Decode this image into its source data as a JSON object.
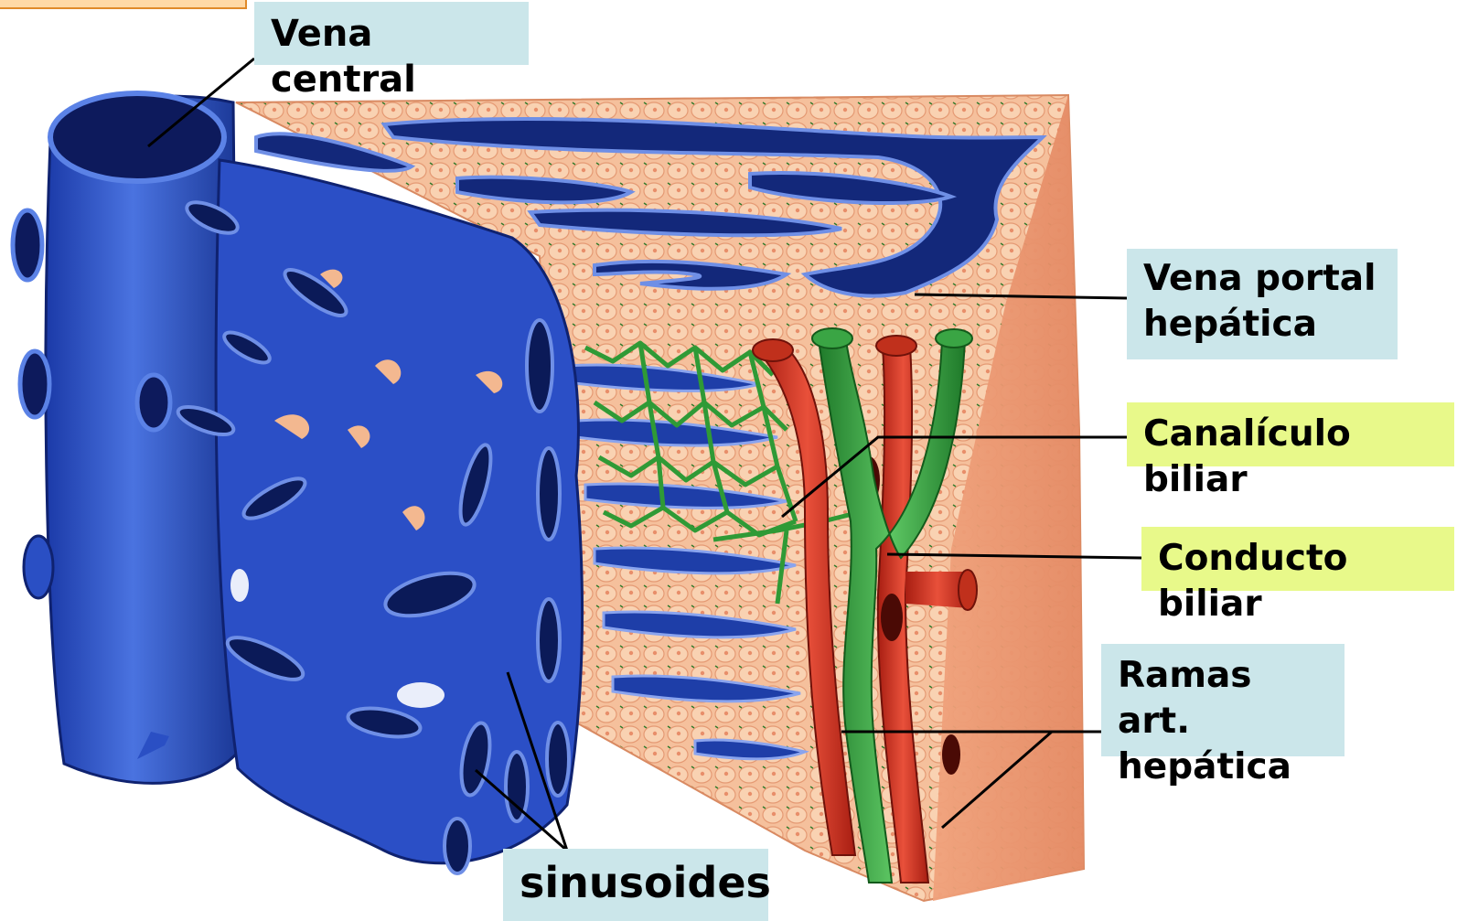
{
  "colors": {
    "label_blue_bg": "#cbe6ea",
    "label_yellow_bg": "#e8f98a",
    "vein_blue": "#2a4fc4",
    "vein_dark": "#0e1f66",
    "hepatocyte": "#f3b890",
    "artery_red": "#d23a22",
    "bile_green": "#35a73f",
    "leader_line": "#000000"
  },
  "labels": {
    "vena_central": "Vena central",
    "vena_portal_line1": "Vena portal",
    "vena_portal_line2": "hepática",
    "canaliculo_biliar": "Canalículo biliar",
    "conducto_biliar": "Conducto biliar",
    "ramas_art_line1": "Ramas art.",
    "ramas_art_line2": "hepática",
    "sinusoides": "sinusoides"
  },
  "icons": [
    "central-vein-illustration",
    "portal-vein-illustration",
    "bile-duct-illustration",
    "hepatic-artery-illustration",
    "sinusoid-network-illustration"
  ]
}
